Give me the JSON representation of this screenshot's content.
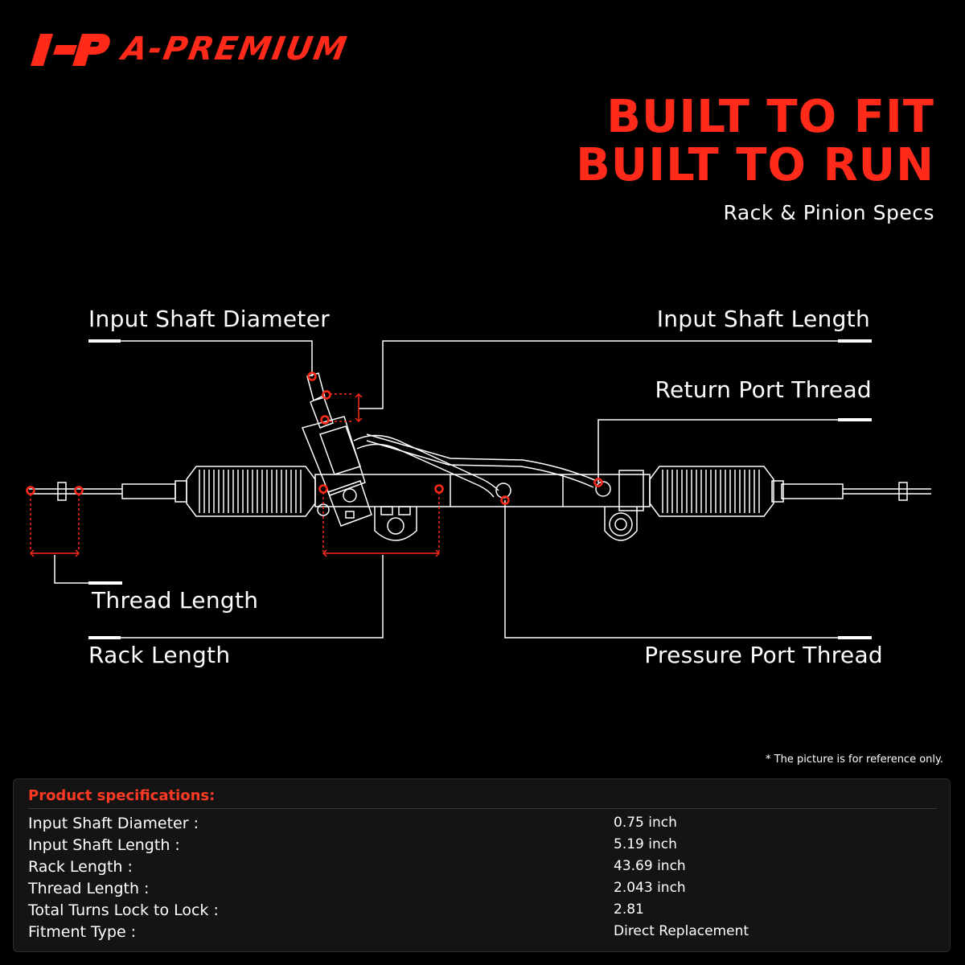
{
  "brand": {
    "name": "A-PREMIUM",
    "color": "#ff2a1a"
  },
  "headline": {
    "line1": "BUILT TO FIT",
    "line2": "BUILT TO RUN"
  },
  "subheadline": "Rack & Pinion Specs",
  "callouts": {
    "input_shaft_diameter": "Input Shaft Diameter",
    "input_shaft_length": "Input Shaft Length",
    "return_port_thread": "Return Port Thread",
    "thread_length": "Thread Length",
    "rack_length": "Rack Length",
    "pressure_port_thread": "Pressure Port Thread"
  },
  "disclaimer": "* The picture is for reference only.",
  "specs": {
    "title": "Product specifications:",
    "rows": [
      {
        "label": "Input Shaft Diameter :",
        "value": "0.75 inch"
      },
      {
        "label": "Input Shaft Length :",
        "value": "5.19 inch"
      },
      {
        "label": "Rack Length :",
        "value": "43.69 inch"
      },
      {
        "label": "Thread Length :",
        "value": "2.043 inch"
      },
      {
        "label": "Total Turns Lock to Lock :",
        "value": "2.81"
      },
      {
        "label": "Fitment Type :",
        "value": "Direct Replacement"
      }
    ]
  },
  "colors": {
    "accent": "#ff2a1a",
    "line": "#ffffff",
    "panel": "#141414"
  },
  "icons": {
    "logo": "a-premium-logo-icon",
    "diagram": "rack-and-pinion-diagram"
  }
}
